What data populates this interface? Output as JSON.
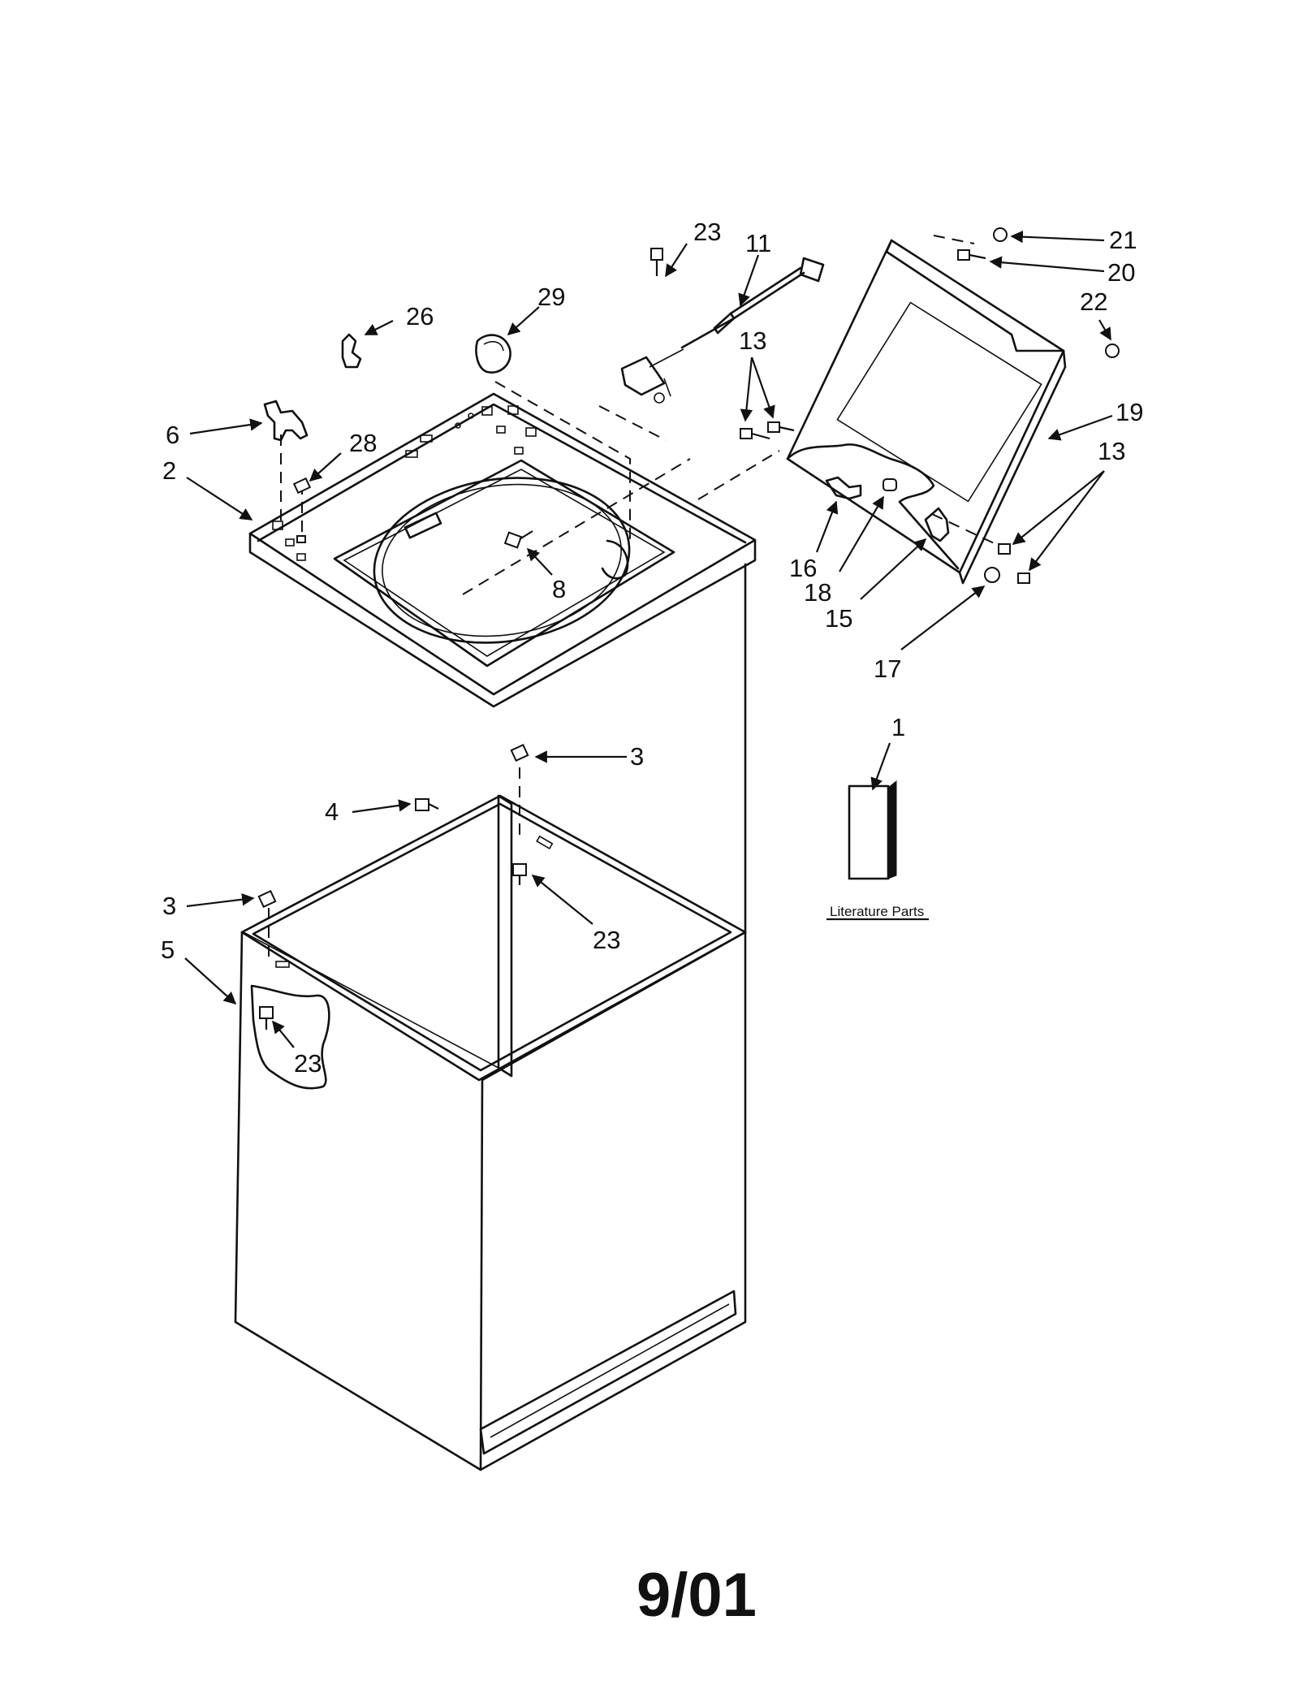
{
  "callouts": [
    {
      "id": "c1",
      "text": "1"
    },
    {
      "id": "c2",
      "text": "2"
    },
    {
      "id": "c3a",
      "text": "3"
    },
    {
      "id": "c3b",
      "text": "3"
    },
    {
      "id": "c4",
      "text": "4"
    },
    {
      "id": "c5",
      "text": "5"
    },
    {
      "id": "c6",
      "text": "6"
    },
    {
      "id": "c8",
      "text": "8"
    },
    {
      "id": "c11",
      "text": "11"
    },
    {
      "id": "c13a",
      "text": "13"
    },
    {
      "id": "c13b",
      "text": "13"
    },
    {
      "id": "c15",
      "text": "15"
    },
    {
      "id": "c16",
      "text": "16"
    },
    {
      "id": "c17",
      "text": "17"
    },
    {
      "id": "c18",
      "text": "18"
    },
    {
      "id": "c19",
      "text": "19"
    },
    {
      "id": "c20",
      "text": "20"
    },
    {
      "id": "c21",
      "text": "21"
    },
    {
      "id": "c22",
      "text": "22"
    },
    {
      "id": "c23a",
      "text": "23"
    },
    {
      "id": "c23b",
      "text": "23"
    },
    {
      "id": "c23c",
      "text": "23"
    },
    {
      "id": "c26",
      "text": "26"
    },
    {
      "id": "c28",
      "text": "28"
    },
    {
      "id": "c29",
      "text": "29"
    }
  ],
  "literature_label": "Literature Parts",
  "footer_date": "9/01"
}
